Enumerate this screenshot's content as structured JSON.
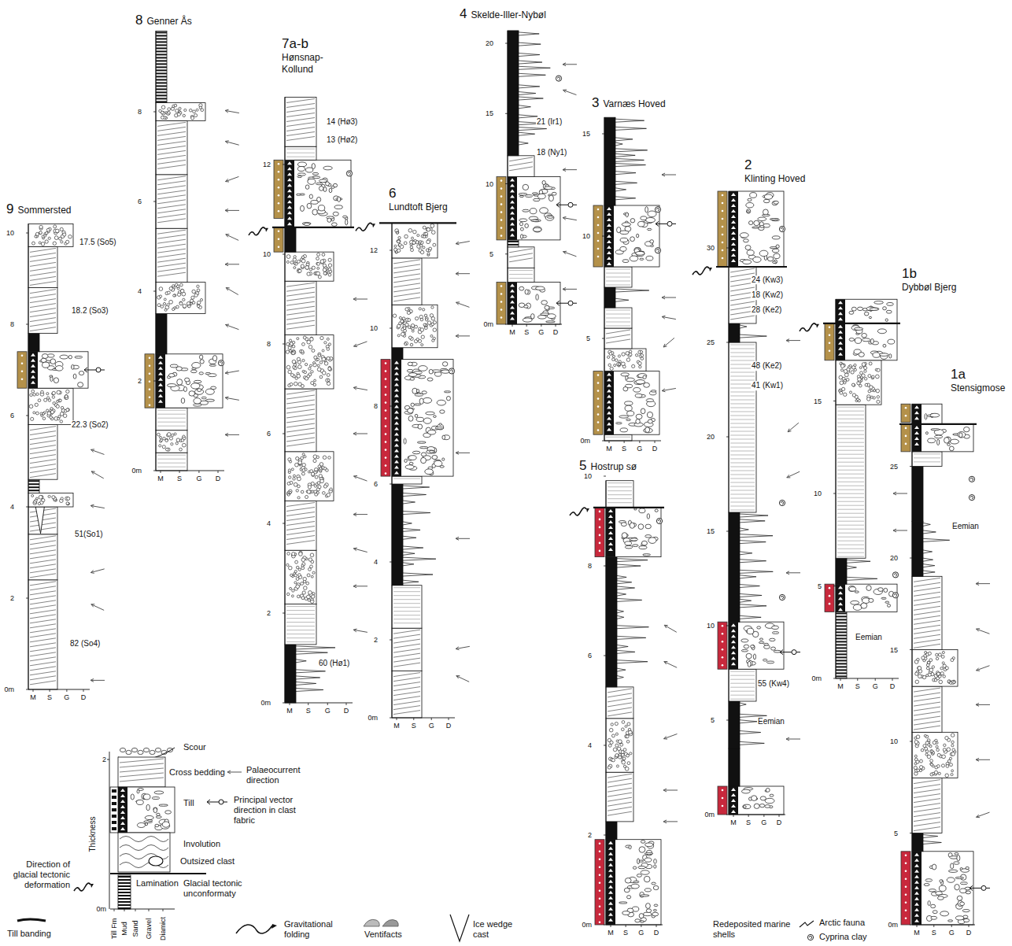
{
  "diagram": {
    "nodes": [
      {
        "text": [
          "9",
          "Sommersted"
        ]
      },
      {
        "text": [
          "8",
          "Genner Ås"
        ]
      },
      {
        "text": [
          "7a-b",
          "Hønsnap- Kollund"
        ]
      },
      {
        "text": [
          "6",
          "Lundtoft Bjerg"
        ]
      },
      {
        "text": [
          "4",
          "Skelde-Iller-Nybøl"
        ]
      },
      {
        "text": [
          "3",
          "Varnæs Hoved"
        ]
      },
      {
        "text": [
          "5",
          "Hostrup sø"
        ]
      },
      {
        "text": [
          "2",
          "Klinting Hoved"
        ]
      },
      {
        "text": [
          "1b",
          "Dybbøl Bjerg"
        ]
      },
      {
        "text": [
          "1a",
          "Stensigmose"
        ]
      }
    ],
    "labels": [
      "0m",
      "2",
      "4",
      "6",
      "8",
      "10",
      "M",
      "S",
      "G",
      "D",
      "82 (So4)",
      "51(So1)",
      "22.3 (So2)",
      "18.2 (So3)",
      "17.5 (So5)",
      "0m",
      "2",
      "4",
      "6",
      "8",
      "M",
      "S",
      "G",
      "D",
      "0m",
      "2",
      "4",
      "6",
      "8",
      "10",
      "12",
      "M",
      "S",
      "G",
      "D",
      "60 (Hø1)",
      "13 (Hø2)",
      "14 (Hø3)",
      "0m",
      "2",
      "4",
      "6",
      "8",
      "10",
      "12",
      "M",
      "S",
      "G",
      "D",
      "0m",
      "5",
      "10",
      "15",
      "20",
      "M",
      "S",
      "G",
      "D",
      "18 (Ny1)",
      "21 (Ir1)",
      "0m",
      "5",
      "10",
      "15",
      "M",
      "S",
      "G",
      "D",
      "0m",
      "2",
      "4",
      "6",
      "8",
      "10",
      "M",
      "S",
      "G",
      "D",
      "0m",
      "5",
      "10",
      "15",
      "20",
      "25",
      "30",
      "M",
      "S",
      "G",
      "D",
      "Eemian",
      "55 (Kw4)",
      "41 (Kw1)",
      "48 (Ke2)",
      "28 (Ke2)",
      "18 (Kw2)",
      "24 (Kw3)",
      "0m",
      "5",
      "10",
      "15",
      "M",
      "S",
      "G",
      "D",
      "Eemian",
      "0m",
      "5",
      "10",
      "15",
      "20",
      "25",
      "M",
      "S",
      "G",
      "D",
      "Eemian",
      "2",
      "0m",
      "Thickness",
      "Till Fm",
      "Mud",
      "Sand",
      "Gravel",
      "Diamict"
    ],
    "legend": [
      {
        "text": "Scour"
      },
      {
        "text": "Cross bedding"
      },
      {
        "text": "Palaeocurrent direction"
      },
      {
        "text": "Till"
      },
      {
        "text": "Principal vector direction in clast fabric"
      },
      {
        "text": "Involution"
      },
      {
        "text": "Outsized clast"
      },
      {
        "text": "Direction of glacial tectonic deformation"
      },
      {
        "text": "Lamination"
      },
      {
        "text": "Glacial tectonic unconformaty"
      },
      {
        "text": "Till banding"
      },
      {
        "text": "Gravitational folding"
      },
      {
        "text": "Ventifacts"
      },
      {
        "text": "Ice wedge cast"
      },
      {
        "text": "Redeposited marine shells"
      },
      {
        "text": "Arctic fauna"
      },
      {
        "text": "Cyprina clay"
      }
    ]
  }
}
